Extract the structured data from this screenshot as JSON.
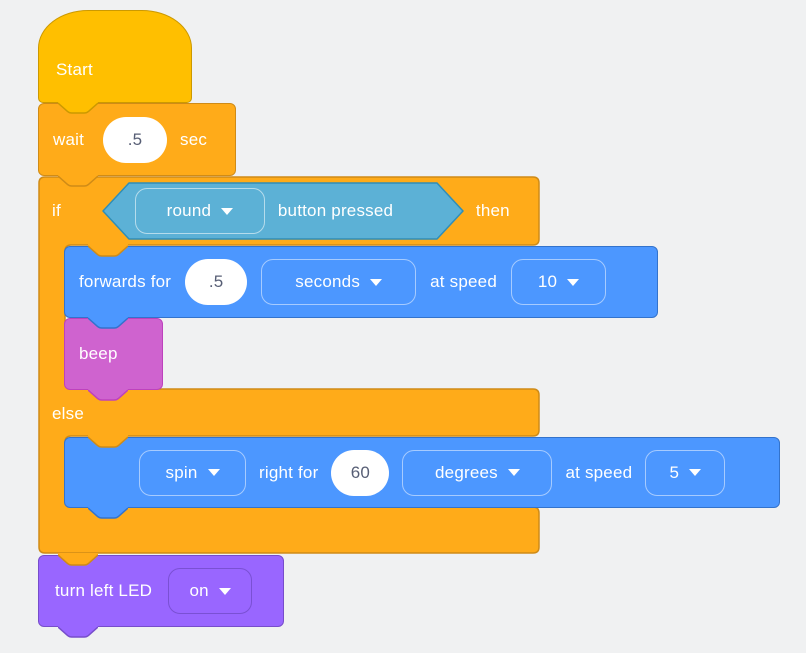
{
  "app": {
    "description": "Block-based robot coding canvas"
  },
  "colors": {
    "canvas_background": "#F0F1F2",
    "event_yellow": "#FFBF00",
    "event_yellow_border": "#CC9900",
    "control_orange": "#FFAB19",
    "control_orange_border": "#CF8B17",
    "motion_blue": "#4C97FF",
    "motion_blue_border": "#3373CC",
    "sensing_cyan": "#5CB1D6",
    "sensing_cyan_border": "#2E8EB8",
    "sound_magenta": "#CF63CF",
    "sound_magenta_border": "#BD42BD",
    "looks_purple": "#9966FF",
    "looks_purple_border": "#774DCB",
    "input_text": "#575E75",
    "label_text": "#FFFFFF"
  },
  "program": {
    "start": {
      "label": "Start"
    },
    "wait": {
      "label_before": "wait",
      "value": ".5",
      "label_after": "sec"
    },
    "if_block": {
      "keyword_if": "if",
      "keyword_then": "then",
      "keyword_else": "else",
      "condition": {
        "dropdown_value": "round",
        "label": "button pressed"
      }
    },
    "forwards": {
      "label": "forwards for",
      "duration": ".5",
      "unit": "seconds",
      "at_speed_label": "at speed",
      "speed": "10"
    },
    "beep": {
      "label": "beep"
    },
    "spin": {
      "direction": "spin",
      "label": "right for",
      "amount": "60",
      "unit": "degrees",
      "at_speed_label": "at speed",
      "speed": "5"
    },
    "led": {
      "label": "turn left LED",
      "state": "on"
    }
  }
}
